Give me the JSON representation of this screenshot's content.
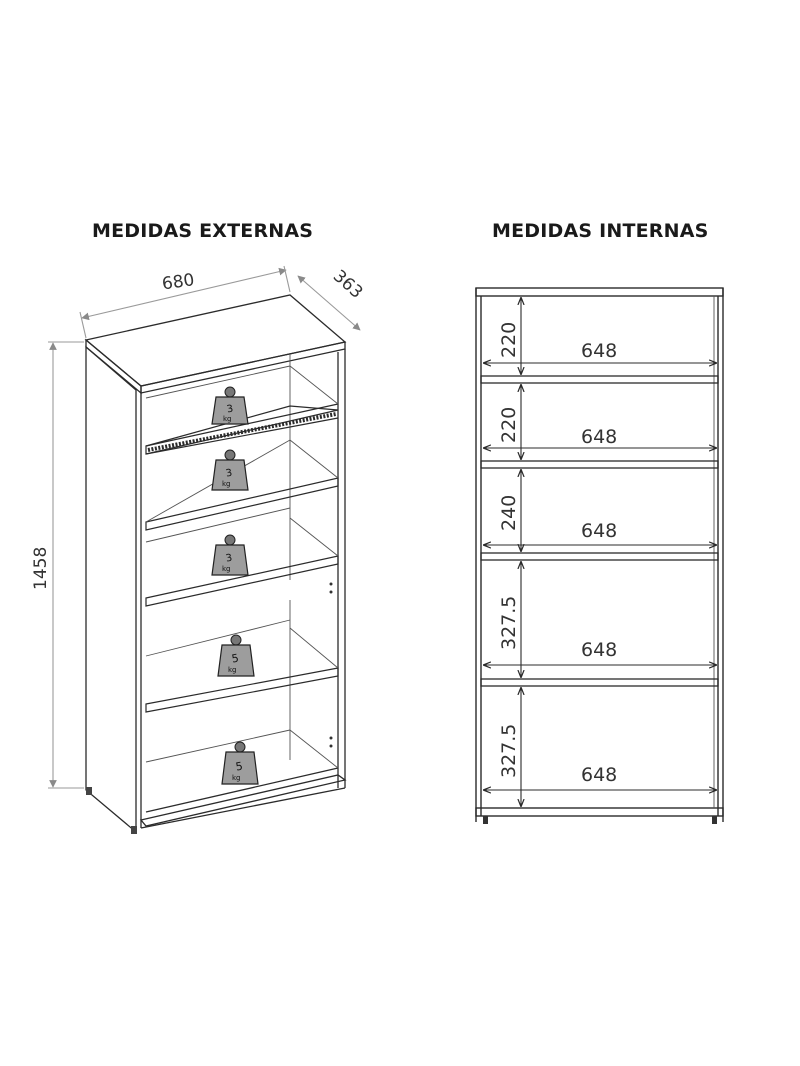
{
  "external": {
    "title": "MEDIDAS EXTERNAS",
    "width": "680",
    "depth": "363",
    "height": "1458",
    "weights": [
      {
        "value": "3",
        "unit": "kg"
      },
      {
        "value": "3",
        "unit": "kg"
      },
      {
        "value": "3",
        "unit": "kg"
      },
      {
        "value": "5",
        "unit": "kg"
      },
      {
        "value": "5",
        "unit": "kg"
      }
    ]
  },
  "internal": {
    "title": "MEDIDAS INTERNAS",
    "compartments": [
      {
        "height": "220",
        "width": "648"
      },
      {
        "height": "220",
        "width": "648"
      },
      {
        "height": "240",
        "width": "648"
      },
      {
        "height": "327.5",
        "width": "648"
      },
      {
        "height": "327.5",
        "width": "648"
      }
    ]
  }
}
